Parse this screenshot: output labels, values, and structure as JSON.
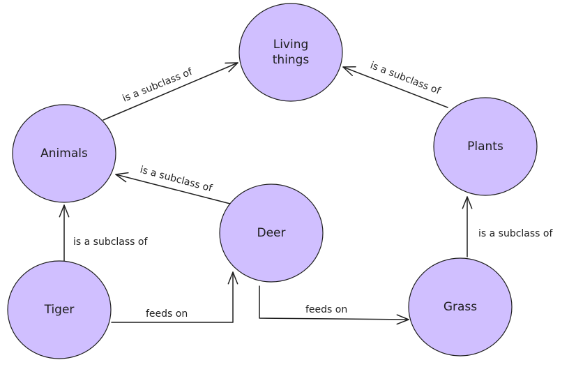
{
  "diagram": {
    "node_fill": "#d0bfff",
    "node_stroke": "#1e1e1e",
    "nodes": [
      {
        "id": "living",
        "lines": [
          "Living",
          "things"
        ]
      },
      {
        "id": "animals",
        "lines": [
          "Animals"
        ]
      },
      {
        "id": "plants",
        "lines": [
          "Plants"
        ]
      },
      {
        "id": "deer",
        "lines": [
          "Deer"
        ]
      },
      {
        "id": "tiger",
        "lines": [
          "Tiger"
        ]
      },
      {
        "id": "grass",
        "lines": [
          "Grass"
        ]
      }
    ],
    "edges": [
      {
        "from": "animals",
        "to": "living",
        "label": "is a subclass of"
      },
      {
        "from": "plants",
        "to": "living",
        "label": "is a subclass of"
      },
      {
        "from": "deer",
        "to": "animals",
        "label": "is a subclass of"
      },
      {
        "from": "tiger",
        "to": "animals",
        "label": "is a subclass of"
      },
      {
        "from": "grass",
        "to": "plants",
        "label": "is a subclass of"
      },
      {
        "from": "tiger",
        "to": "deer",
        "label": "feeds on"
      },
      {
        "from": "deer",
        "to": "grass",
        "label": "feeds on"
      }
    ]
  }
}
